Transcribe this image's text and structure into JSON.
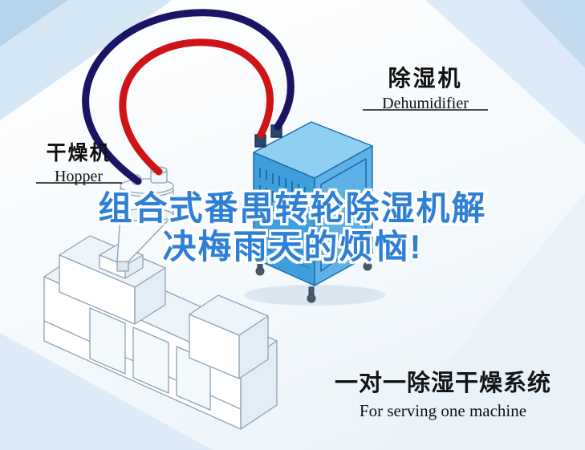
{
  "scene": {
    "hopper_label": {
      "cn": "干燥机",
      "en": "Hopper"
    },
    "dehumidifier_label": {
      "cn": "除湿机",
      "en": "Dehumidifier"
    },
    "title": {
      "line1": "组合式番禺转轮除湿机解",
      "line2": "决梅雨天的烦恼!"
    },
    "caption": {
      "cn": "一对一除湿干燥系统",
      "en": "For serving one machine"
    }
  },
  "colors": {
    "title_blue": "#2e7fd6",
    "pipe_red": "#cf1418",
    "pipe_navy": "#1b1464",
    "dehumidifier_top": "#8fd0f2",
    "dehumidifier_front": "#3f9fdc",
    "dehumidifier_side": "#5db1e6",
    "dehumidifier_edge": "#1a6aa8"
  }
}
